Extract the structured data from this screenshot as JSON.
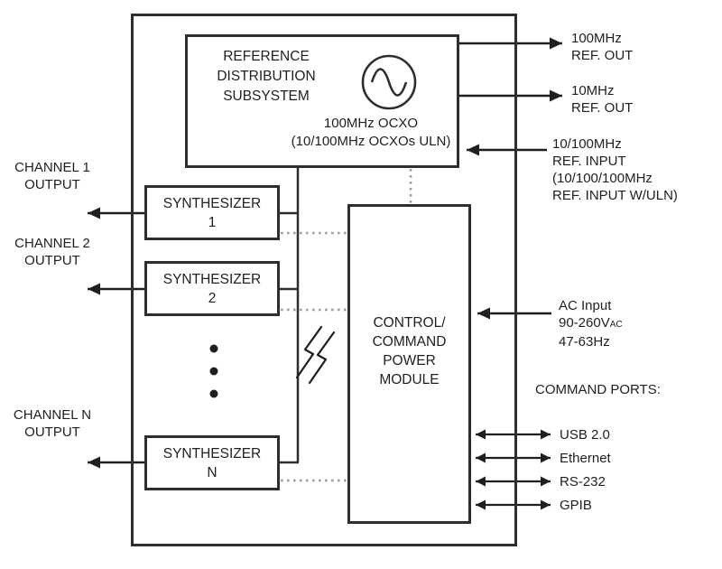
{
  "diagram": {
    "colors": {
      "ink": "#1f1f1f",
      "box_border": "#2e2e2e",
      "dotted_line": "#9e9e9e",
      "background": "#ffffff"
    },
    "icons": {
      "oscillator": "sine-wave-icon",
      "omitted_section": "break-symbol-icon",
      "more_items": "vertical-ellipsis-icon"
    },
    "reference_box": {
      "line1": "REFERENCE",
      "line2": "DISTRIBUTION",
      "line3": "SUBSYSTEM",
      "osc_label": "100MHz OCXO",
      "osc_sublabel": "(10/100MHz OCXOs ULN)"
    },
    "synthesizers": [
      {
        "name": "SYNTHESIZER",
        "number": "1"
      },
      {
        "name": "SYNTHESIZER",
        "number": "2"
      },
      {
        "name": "SYNTHESIZER",
        "number": "N"
      }
    ],
    "control_box": {
      "line1": "CONTROL/",
      "line2": "COMMAND",
      "line3": "POWER",
      "line4": "MODULE"
    },
    "channels": [
      {
        "line1": "CHANNEL 1",
        "line2": "OUTPUT"
      },
      {
        "line1": "CHANNEL 2",
        "line2": "OUTPUT"
      },
      {
        "line1": "CHANNEL N",
        "line2": "OUTPUT"
      }
    ],
    "ref_out_100": {
      "line1": "100MHz",
      "line2": "REF. OUT"
    },
    "ref_out_10": {
      "line1": "10MHz",
      "line2": "REF. OUT"
    },
    "ref_input": {
      "line1": "10/100MHz",
      "line2": "REF. INPUT",
      "line3": "(10/100/100MHz",
      "line4": "REF. INPUT W/ULN)"
    },
    "ac_input": {
      "line1": "AC Input",
      "line2_main": "90-260V",
      "line2_sub": "AC",
      "line3": "47-63Hz"
    },
    "command_ports": {
      "title": "COMMAND PORTS:",
      "ports": [
        "USB 2.0",
        "Ethernet",
        "RS-232",
        "GPIB"
      ]
    }
  }
}
